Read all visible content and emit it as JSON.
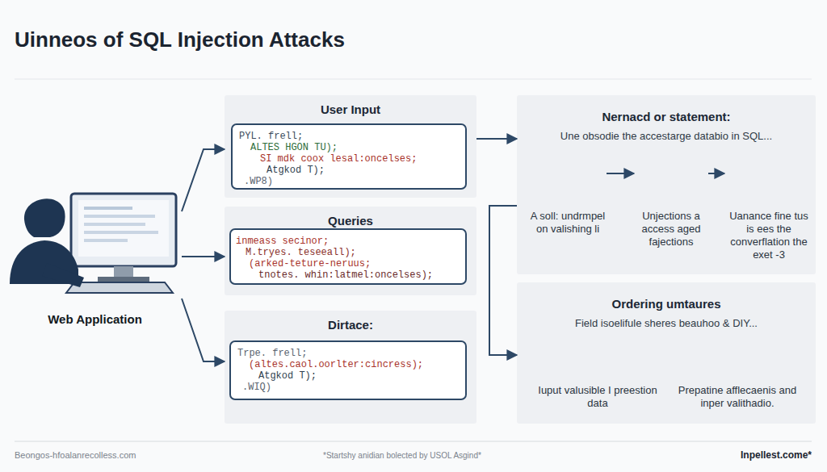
{
  "diagram": {
    "title": "Uinneos of SQL Injection Attacks",
    "nodes": [
      {
        "text": [
          "Web Application"
        ]
      },
      {
        "text": [
          "User Input"
        ]
      },
      {
        "text": [
          "PYL. frell;",
          "ALTES HGON TU);",
          "SI mdk coox lesal:oncelses;",
          "Atgkod T);",
          ".WP8)"
        ],
        "in": 1
      },
      {
        "text": [
          "Queries"
        ]
      },
      {
        "text": [
          "inmeass secinor;",
          "M.tryes. teseeall);",
          "(arked-teture-neruus;",
          "tnotes. whin:latmel:oncelses);"
        ],
        "in": 3
      },
      {
        "text": [
          "Dirtace:"
        ]
      },
      {
        "text": [
          "Trpe. frell;",
          "(altes.caol.oorlter:cincress);",
          "Atgkod T);",
          ".WIQ)"
        ],
        "in": 5
      },
      {
        "text": [
          "Nernacd or statement:",
          "Une obsodie the accestarge databio in SQL..."
        ]
      },
      {
        "text": [
          "A soll: undrmpel on valishing li"
        ],
        "in": 7
      },
      {
        "text": [
          "Unjections a access aged fajections"
        ],
        "in": 7
      },
      {
        "text": [
          "Uanance fine tus is ees the converflation the exet -3"
        ],
        "in": 7
      },
      {
        "text": [
          "Ordering umtaures",
          "Field isoelifule sheres beauhoo & DIY..."
        ]
      },
      {
        "text": [
          "Iuput valusible I preestion data"
        ],
        "in": 11
      },
      {
        "text": [
          "Prepatine afflecaenis and inper valithadio."
        ],
        "in": 11
      }
    ],
    "edges": [
      {
        "from": 0,
        "to": 1,
        "arrow": "to"
      },
      {
        "from": 0,
        "to": 3,
        "arrow": "to"
      },
      {
        "from": 0,
        "to": 5,
        "arrow": "to"
      },
      {
        "from": 1,
        "to": 7,
        "arrow": "to"
      },
      {
        "from": 8,
        "to": 9,
        "arrow": "to"
      },
      {
        "from": 9,
        "to": 10,
        "arrow": "to"
      },
      {
        "from": 7,
        "to": 11,
        "arrow": "to"
      }
    ],
    "labels": [
      "Beongos-hfoalanrecolless.com",
      "*Startshy anidian bolected by USOL Asgind*",
      "Inpellest.come*"
    ]
  }
}
